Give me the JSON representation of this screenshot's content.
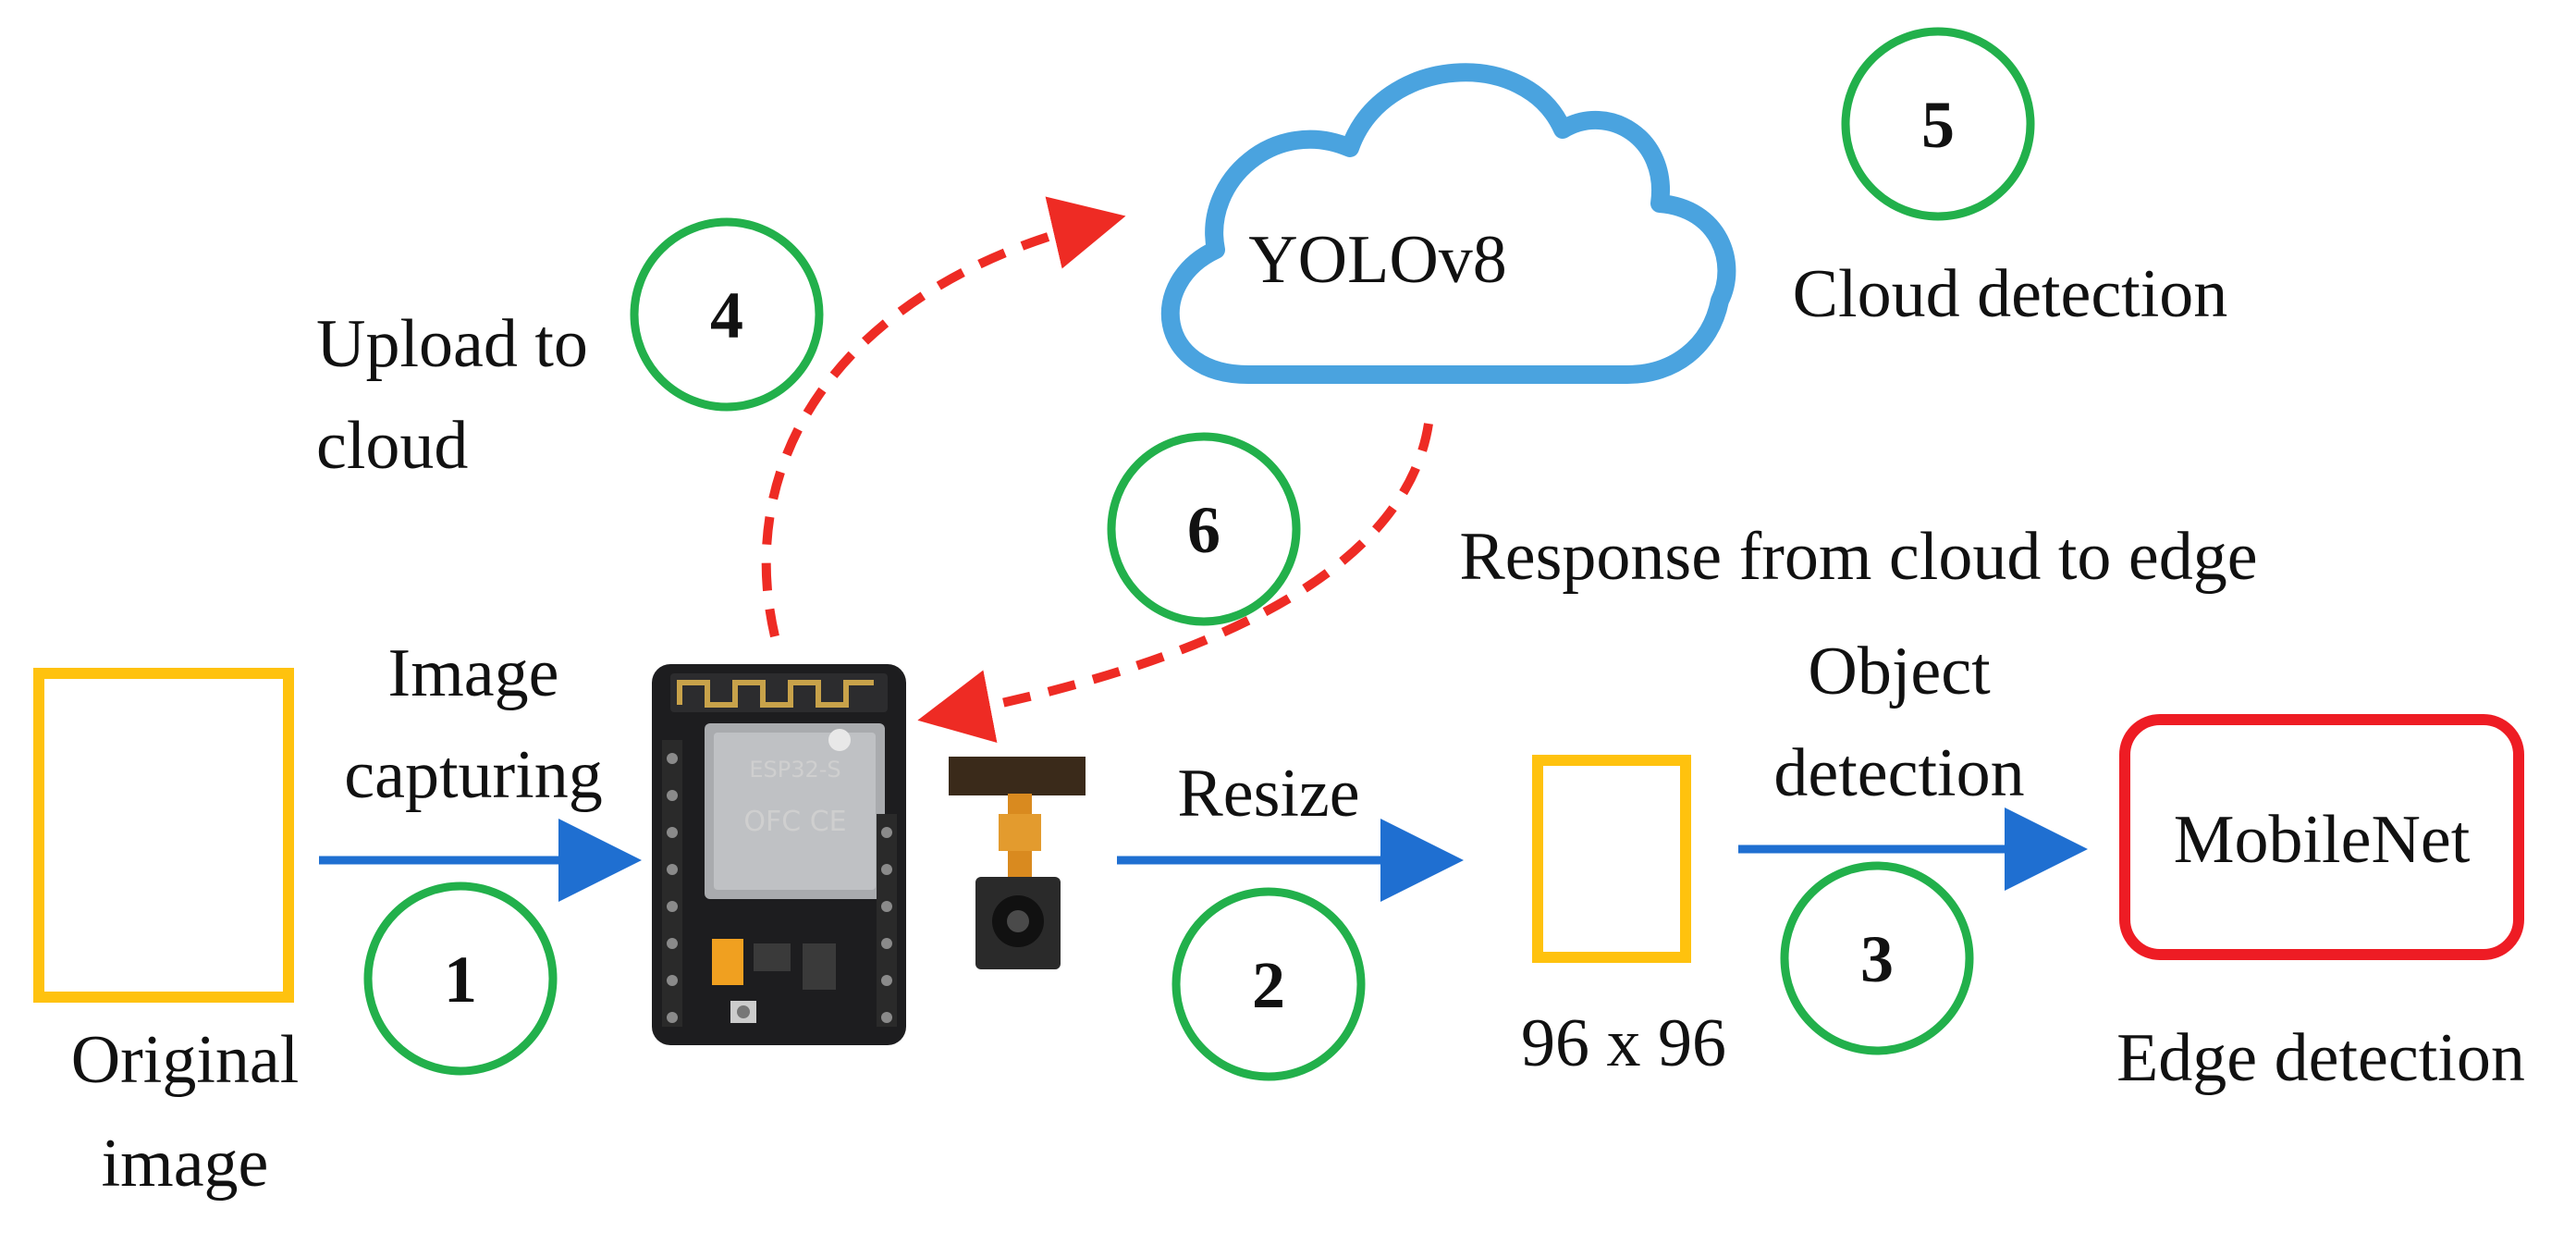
{
  "labels": {
    "upload": [
      "Upload to",
      "cloud"
    ],
    "cloud_model": "YOLOv8",
    "cloud_detection": "Cloud detection",
    "response": "Response from cloud to edge",
    "image_capturing": [
      "Image",
      "capturing"
    ],
    "original_image": [
      "Original",
      "image"
    ],
    "resize": "Resize",
    "object_detection": [
      "Object",
      "detection"
    ],
    "size": "96 x 96",
    "edge_model": "MobileNet",
    "edge_detection": "Edge detection"
  },
  "steps": [
    "1",
    "2",
    "3",
    "4",
    "5",
    "6"
  ],
  "chip_text": [
    "ESP32-S",
    "OFC CE"
  ],
  "colors": {
    "arrow_solid": "#1f6fd1",
    "arrow_dashed": "#ee2b24",
    "step_circle": "#22b04b",
    "image_frame": "#ffc20e",
    "edge_model_frame": "#ee1c24",
    "cloud_outline": "#4aa3df"
  }
}
